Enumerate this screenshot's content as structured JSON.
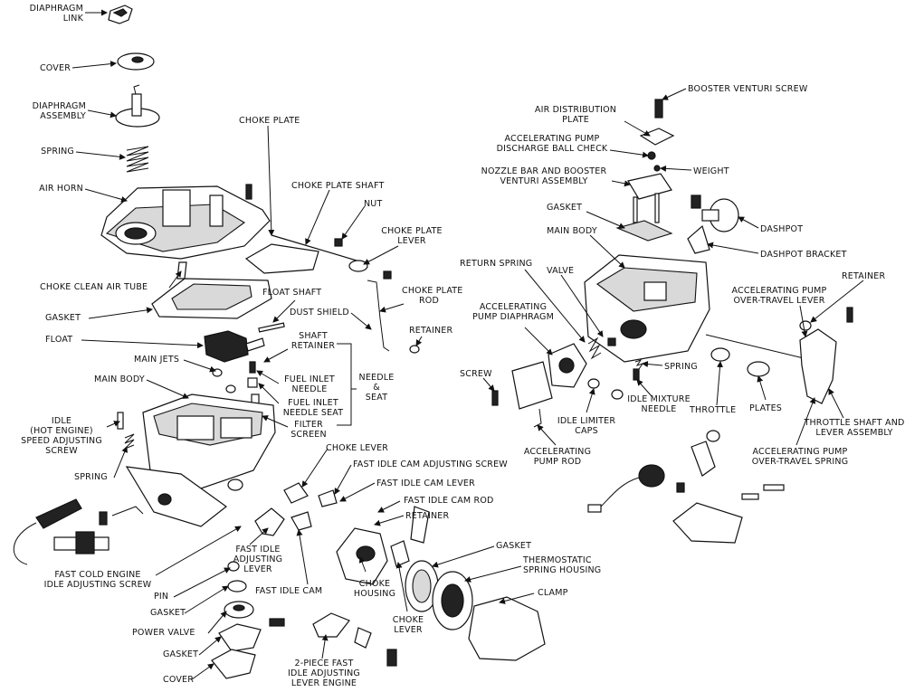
{
  "labels": {
    "diaphragm_link": "DIAPHRAGM\nLINK",
    "cover_top": "COVER",
    "diaphragm_assembly": "DIAPHRAGM\nASSEMBLY",
    "spring_top": "SPRING",
    "air_horn": "AIR HORN",
    "choke_clean_air_tube": "CHOKE CLEAN AIR TUBE",
    "gasket_left": "GASKET",
    "float": "FLOAT",
    "main_jets": "MAIN JETS",
    "main_body_left": "MAIN BODY",
    "idle_speed_screw": "IDLE\n(HOT ENGINE)\nSPEED ADJUSTING\nSCREW",
    "spring_left": "SPRING",
    "fast_cold_engine": "FAST COLD ENGINE\nIDLE ADJUSTING SCREW",
    "pin": "PIN",
    "gasket_pv": "GASKET",
    "power_valve": "POWER VALVE",
    "gasket_bottom": "GASKET",
    "cover_bottom": "COVER",
    "choke_plate": "CHOKE PLATE",
    "choke_plate_shaft": "CHOKE PLATE SHAFT",
    "nut": "NUT",
    "choke_plate_lever": "CHOKE PLATE\nLEVER",
    "choke_plate_rod": "CHOKE PLATE\nROD",
    "float_shaft": "FLOAT SHAFT",
    "dust_shield": "DUST SHIELD",
    "retainer_mid": "RETAINER",
    "shaft_retainer": "SHAFT\nRETAINER",
    "fuel_inlet_needle": "FUEL INLET\nNEEDLE",
    "fuel_inlet_needle_seat": "FUEL INLET\nNEEDLE SEAT",
    "needle_seat": "NEEDLE\n&\nSEAT",
    "filter_screen": "FILTER\nSCREEN",
    "choke_lever_top": "CHOKE LEVER",
    "fast_idle_cam_adjusting_screw": "FAST IDLE CAM ADJUSTING SCREW",
    "fast_idle_cam_lever": "FAST IDLE CAM LEVER",
    "fast_idle_cam_rod": "FAST IDLE CAM ROD",
    "retainer_cam": "RETAINER",
    "fast_idle_adjusting_lever": "FAST IDLE\nADJUSTING\nLEVER",
    "fast_idle_cam": "FAST IDLE CAM",
    "choke_housing": "CHOKE\nHOUSING",
    "choke_lever_bottom": "CHOKE\nLEVER",
    "two_piece_lever": "2-PIECE FAST\nIDLE ADJUSTING\nLEVER ENGINE",
    "gasket_choke": "GASKET",
    "thermostatic_spring_housing": "THERMOSTATIC\nSPRING HOUSING",
    "clamp": "CLAMP",
    "booster_venturi_screw": "BOOSTER VENTURI SCREW",
    "air_distribution_plate": "AIR DISTRIBUTION\nPLATE",
    "accelerating_pump_discharge_ball_check": "ACCELERATING PUMP\nDISCHARGE BALL CHECK",
    "weight": "WEIGHT",
    "nozzle_bar": "NOZZLE BAR AND BOOSTER\nVENTURI ASSEMBLY",
    "gasket_right": "GASKET",
    "dashpot": "DASHPOT",
    "main_body_right": "MAIN BODY",
    "dashpot_bracket": "DASHPOT BRACKET",
    "return_spring": "RETURN SPRING",
    "valve": "VALVE",
    "retainer_right": "RETAINER",
    "accelerating_pump_over_travel_lever": "ACCELERATING PUMP\nOVER-TRAVEL LEVER",
    "accelerating_pump_diaphragm": "ACCELERATING\nPUMP DIAPHRAGM",
    "screw": "SCREW",
    "spring_right": "SPRING",
    "idle_mixture_needle": "IDLE MIXTURE\nNEEDLE",
    "throttle": "THROTTLE",
    "plates": "PLATES",
    "idle_limiter_caps": "IDLE LIMITER\nCAPS",
    "throttle_shaft_lever_assembly": "THROTTLE SHAFT AND\nLEVER ASSEMBLY",
    "accelerating_pump_rod": "ACCELERATING\nPUMP ROD",
    "accelerating_pump_over_travel_spring": "ACCELERATING PUMP\nOVER-TRAVEL SPRING"
  }
}
